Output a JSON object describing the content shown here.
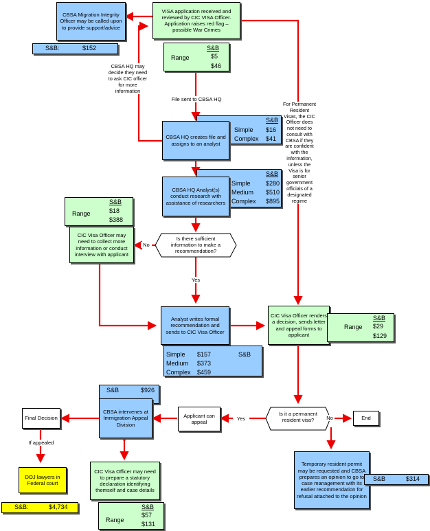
{
  "boxes": {
    "cbsa_migration": "CBSA Migration Integrity Officer may be called upon to provide support/advice",
    "visa_app": "VISA application received and reviewed by CIC VISA Officer. Application raises red flag – possible War Crimes",
    "cbsa_hq_file": "CBSA HQ creates file and assigns to an analyst",
    "cbsa_hq_research": "CBSA HQ Analyst(s) conduct research with assistance of researchers",
    "cic_collect": "CIC Visa Officer may need to collect more information or conduct interview with applicant",
    "sufficient_info": "Is there sufficient information to make a recommendation?",
    "analyst_writes": "Analyst writes formal recommendation and sends to CIC Visa Officer",
    "cic_decision": "CIC Visa Officer renders a decision, sends letter and appeal forms to applicant",
    "final_decision": "Final Decision",
    "cbsa_intervenes": "CBSA intervenes at Immigration Appeal Division",
    "applicant_appeal": "Applicant can appeal",
    "permanent_q": "Is it a permanent resident visa?",
    "end": "End",
    "doj": "DOJ lawyers in Federal court",
    "cic_statutory": "CIC Visa Officer may need to prepare a statutory declaration identifying themself and case details",
    "temp_permit": "Temporary resident permit may be requested and CBSA prepares an opinion to go to case management with its earlier recommendation for refusal attached to the opinion"
  },
  "labels": {
    "hq_may_decide": "CBSA HQ may decide they need to ask CIC officer for more information",
    "file_sent": "File sent to CBSA HQ",
    "no_left": "No",
    "yes_down": "Yes",
    "yes_left": "Yes",
    "no_right": "No",
    "if_appealed": "If appealed",
    "permanent_note": "For Permanent Resident Visas, the CIC Officer does not need to consult with CBSA if they are confident with the information, unless the Visa is for senior government officials of a designated regime"
  },
  "costs": {
    "sb_label": "S&B",
    "sb_colon": "S&B:",
    "range": "Range",
    "simple": "Simple",
    "medium": "Medium",
    "complex": "Complex",
    "migration_val": "$152",
    "visa_range_1": "$5",
    "visa_range_2": "$46",
    "file_simple": "$16",
    "file_complex": "$41",
    "research_simple": "$280",
    "research_medium": "$510",
    "research_complex": "$895",
    "collect_range_1": "$18",
    "collect_range_2": "$388",
    "analyst_simple": "$157",
    "analyst_medium": "$373",
    "analyst_complex": "$459",
    "decision_range_1": "$29",
    "decision_range_2": "$129",
    "intervene_val": "$926",
    "statutory_range_1": "$57",
    "statutory_range_2": "$131",
    "temp_val": "$314",
    "doj_val": "$4,734"
  }
}
